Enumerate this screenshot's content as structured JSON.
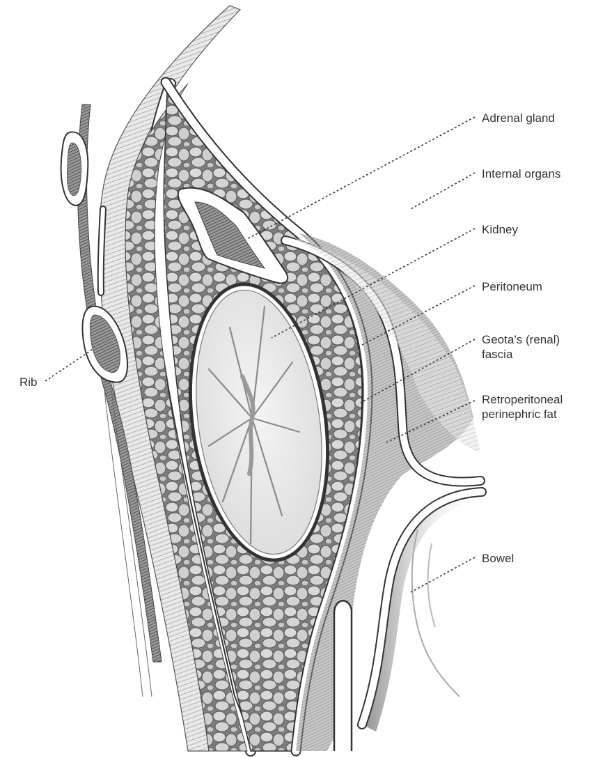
{
  "labels": {
    "adrenal_gland": "Adrenal gland",
    "internal_organs": "Internal organs",
    "kidney": "Kidney",
    "peritoneum": "Peritoneum",
    "geotas_fascia_line1": "Geota’s (renal)",
    "geotas_fascia_line2": "fascia",
    "retroperitoneal_fat_line1": "Retroperitoneal",
    "retroperitoneal_fat_line2": "perinephric fat",
    "bowel": "Bowel",
    "rib": "Rib"
  },
  "colors": {
    "background": "#ffffff",
    "ink": "#333333",
    "fat_tissue": "#c9c9c9",
    "organ_fill": "#ebebeb",
    "membrane": "#ffffff"
  }
}
